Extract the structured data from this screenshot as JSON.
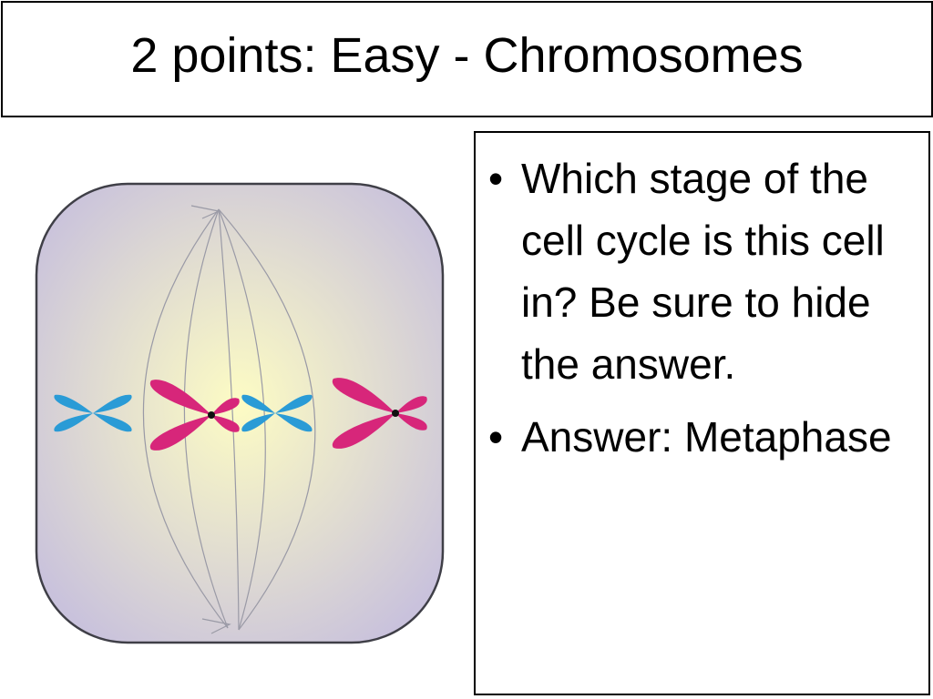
{
  "slide": {
    "title": "2 points: Easy - Chromosomes"
  },
  "question_box": {
    "bullet_glyph": "•",
    "items": [
      {
        "text": "Which stage of the cell cycle is this cell in? Be sure to hide the answer."
      },
      {
        "text": "Answer: Metaphase"
      }
    ]
  },
  "diagram": {
    "colors": {
      "cell_fill_outer": "#c9c2dc",
      "cell_fill_inner": "#fdfcc4",
      "cell_outline": "#3f3f47",
      "spindle_fiber": "#9a9aa6",
      "chromosome_blue": "#2a9bd6",
      "chromosome_pink": "#d7267a",
      "centromere": "#111111"
    }
  }
}
